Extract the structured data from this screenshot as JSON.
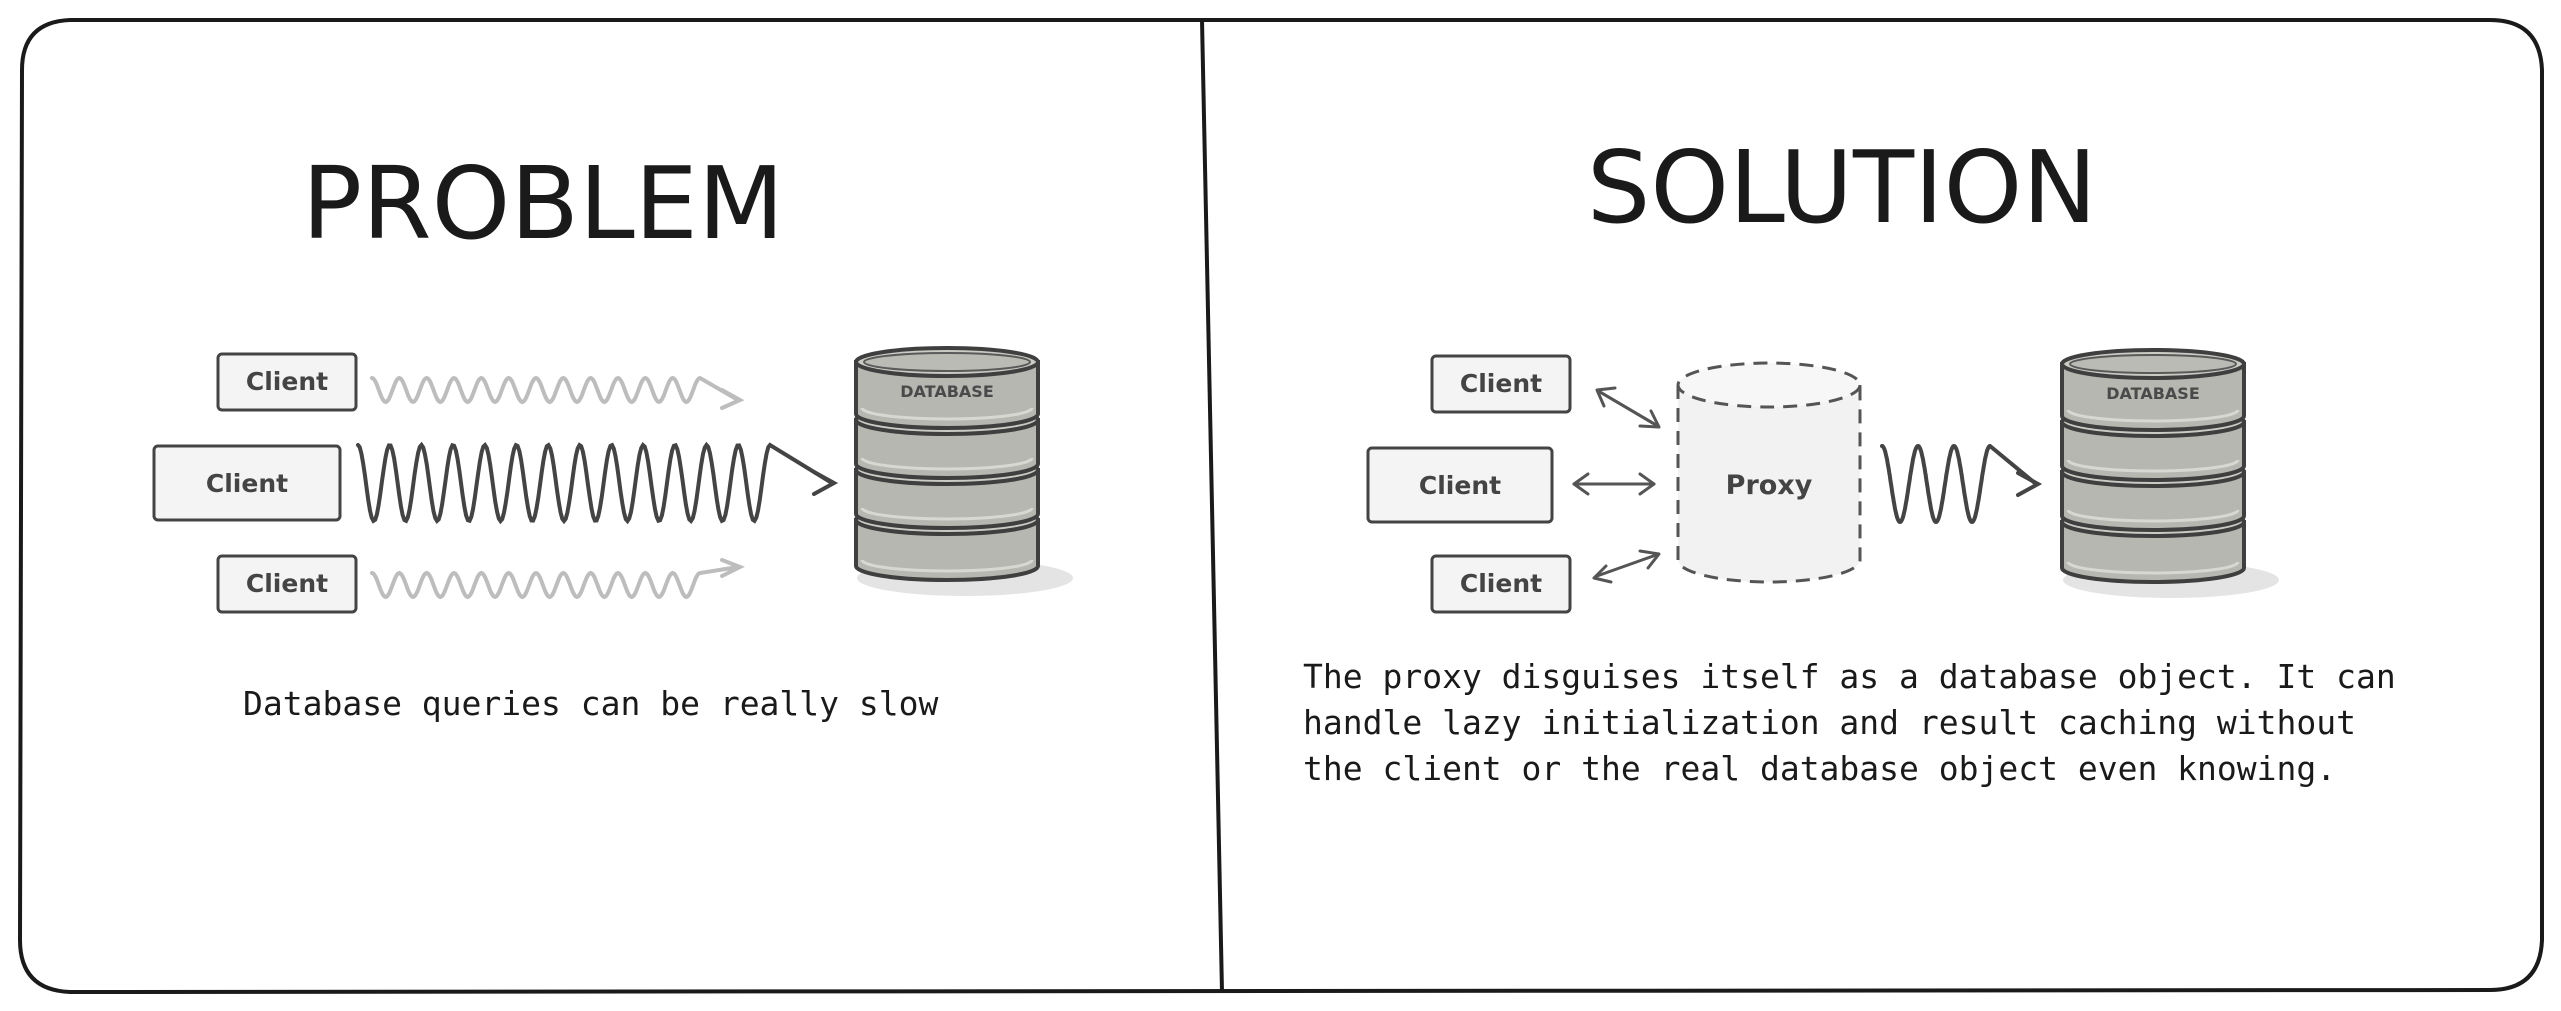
{
  "problem": {
    "title": "PROBLEM",
    "clients": [
      "Client",
      "Client",
      "Client"
    ],
    "database_label": "DATABASE",
    "caption": "Database queries can be really slow"
  },
  "solution": {
    "title": "SOLUTION",
    "clients": [
      "Client",
      "Client",
      "Client"
    ],
    "proxy_label": "Proxy",
    "database_label": "DATABASE",
    "caption_lines": [
      "The proxy disguises itself as a database object. It can",
      "handle lazy initialization and result caching without",
      "the client or the real database object even knowing."
    ]
  },
  "colors": {
    "ink": "#1a1a1a",
    "box_fill": "#f4f4f4",
    "box_stroke": "#444444",
    "db_body": "#b5b7b0",
    "db_light": "#c9cbc4",
    "faint_wave": "#bdbdbd",
    "strong_wave": "#444444"
  }
}
